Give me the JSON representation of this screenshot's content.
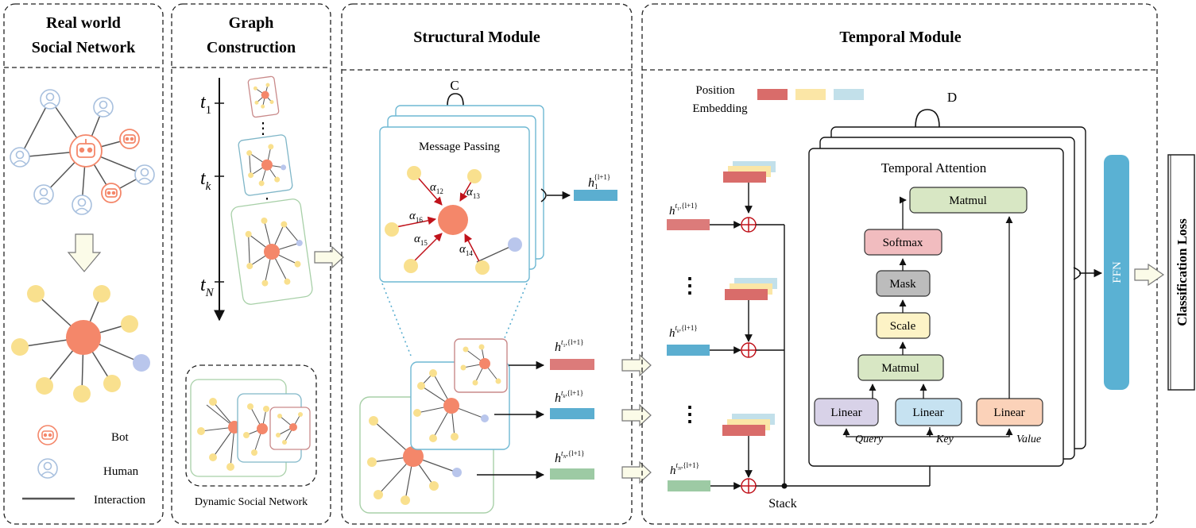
{
  "panels": {
    "real_world": {
      "line1": "Real world",
      "line2": "Social Network"
    },
    "graph_construction": {
      "line1": "Graph",
      "line2": "Construction"
    },
    "structural": {
      "title": "Structural Module"
    },
    "temporal": {
      "title": "Temporal Module"
    }
  },
  "legend": {
    "bot": "Bot",
    "human": "Human",
    "interaction": "Interaction"
  },
  "graph_construction": {
    "t_symbol": "t",
    "t_subscripts": [
      "1",
      "k",
      "N"
    ],
    "dots": "⋮",
    "dynamic_label": "Dynamic Social Network"
  },
  "structural": {
    "c_label": "C",
    "message_passing": "Message Passing",
    "alpha_symbol": "α",
    "alpha_subscripts": [
      "12",
      "13",
      "16",
      "15",
      "14"
    ],
    "h_out": {
      "base": "h",
      "sub": "1",
      "sup": "{l+1}"
    },
    "snapshot_outputs": [
      {
        "base": "h",
        "sup_t": "t",
        "sup_t_sub": "1",
        "sup_rest": ",{l+1}"
      },
      {
        "base": "h",
        "sup_t": "t",
        "sup_t_sub": "k",
        "sup_rest": ",{l+1}"
      },
      {
        "base": "h",
        "sup_t": "t",
        "sup_t_sub": "N",
        "sup_rest": ",{l+1}"
      }
    ]
  },
  "temporal": {
    "position_embedding_line1": "Position",
    "position_embedding_line2": "Embedding",
    "d_label": "D",
    "temporal_attention": "Temporal Attention",
    "blocks": {
      "matmul_top": "Matmul",
      "softmax": "Softmax",
      "mask": "Mask",
      "scale": "Scale",
      "matmul_bottom": "Matmul",
      "linear_query": "Linear",
      "linear_key": "Linear",
      "linear_value": "Linear"
    },
    "qkv": {
      "query": "Query",
      "key": "Key",
      "value": "Value"
    },
    "stack_label": "Stack",
    "dots": "⋮",
    "inputs": [
      {
        "base": "h",
        "sup_t": "t",
        "sup_t_sub": "1",
        "sup_rest": ",{l+1}"
      },
      {
        "base": "h",
        "sup_t": "t",
        "sup_t_sub": "k",
        "sup_rest": ",{l+1}"
      },
      {
        "base": "h",
        "sup_t": "t",
        "sup_t_sub": "N",
        "sup_rest": ",{l+1}"
      }
    ],
    "ffn": "FFN",
    "classification_loss": "Classification Loss"
  },
  "colors": {
    "bot_orange": "#f4876a",
    "human_blue": "#a8c0de",
    "node_yellow": "#f9e08e",
    "node_purple": "#b9c6ec",
    "embed_red": "#d96c6a",
    "embed_yellow": "#fbe6a6",
    "embed_cyan": "#c2e0ea",
    "feature_red": "#dc7b7a",
    "feature_blue": "#5baed0",
    "feature_green": "#9dcaa4",
    "ffn_blue": "#5ab1d3",
    "matmul_green": "#d8e7c4",
    "softmax_red": "#f1bcbf",
    "mask_gray": "#bcbcbc",
    "scale_yellow": "#fdf3c6",
    "linear_purple": "#d8d2e8",
    "linear_blue": "#c6e2f1",
    "linear_orange": "#fbd2b9",
    "arrow_red": "#c0121b"
  }
}
